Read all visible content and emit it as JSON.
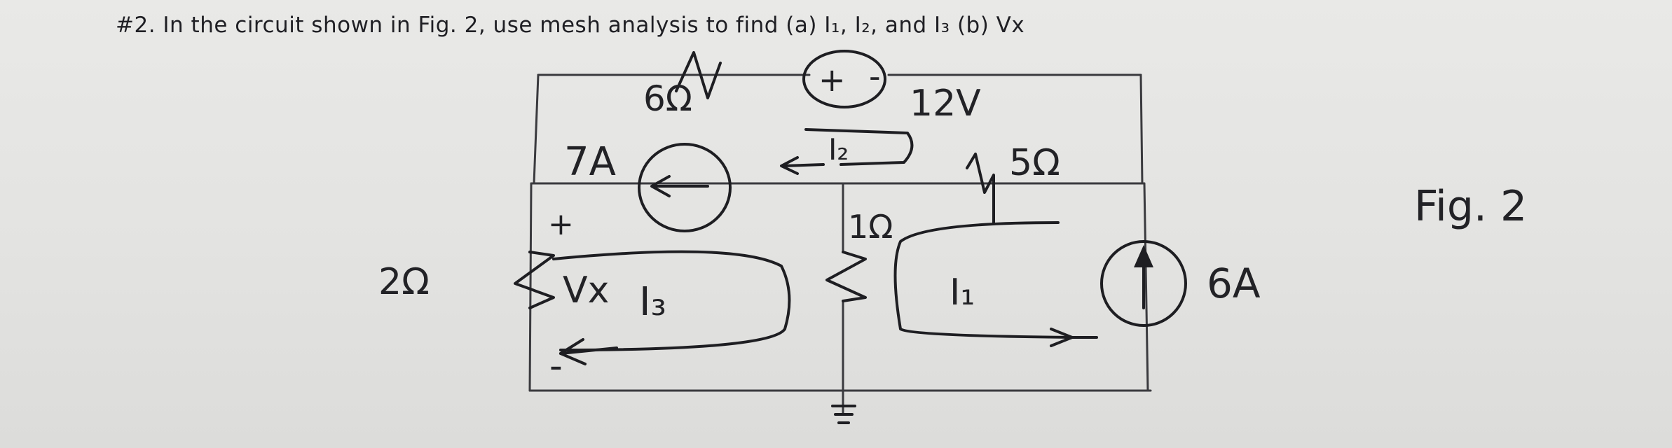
{
  "problem_text": "#2. In the circuit shown in Fig. 2, use mesh analysis to find (a) I₁, I₂, and I₃ (b) Vx",
  "figure_label": "Fig. 2",
  "components": {
    "r_top": "6Ω",
    "v_source_value": "12V",
    "v_source_plus": "+",
    "v_source_minus": "-",
    "current_source_left": "7A",
    "r_right": "5Ω",
    "r_middle": "1Ω",
    "r_left": "2Ω",
    "current_source_right": "6A",
    "vx_plus": "+",
    "vx_label": "Vx",
    "vx_minus": "-"
  },
  "meshes": {
    "mesh1": "I₁",
    "mesh2": "I₂",
    "mesh3": "I₃"
  }
}
